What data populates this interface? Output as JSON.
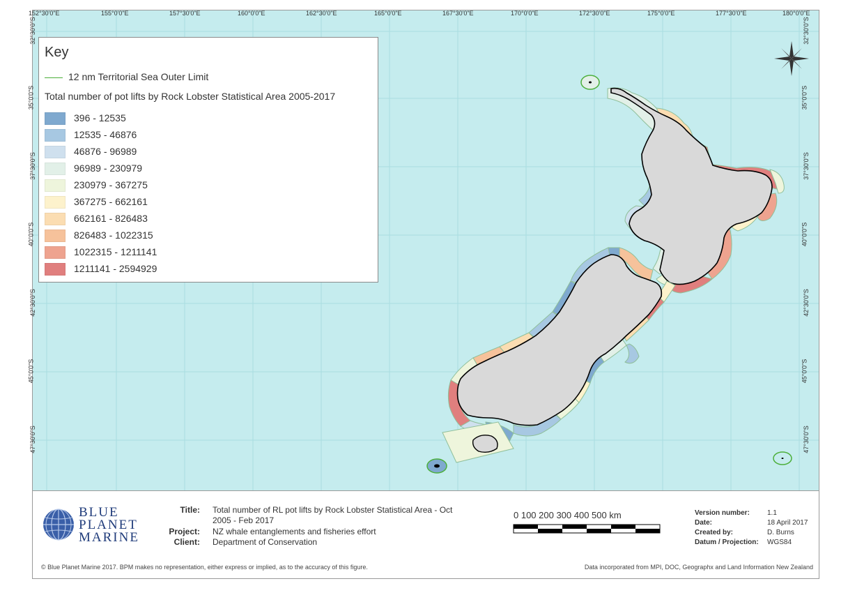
{
  "map": {
    "lon_labels": [
      "152°30'0\"E",
      "155°0'0\"E",
      "157°30'0\"E",
      "160°0'0\"E",
      "162°30'0\"E",
      "165°0'0\"E",
      "167°30'0\"E",
      "170°0'0\"E",
      "172°30'0\"E",
      "175°0'0\"E",
      "177°30'0\"E",
      "180°0'0\"E"
    ],
    "lat_labels": [
      "32°30'0\"S",
      "35°0'0\"S",
      "37°30'0\"S",
      "40°0'0\"S",
      "42°30'0\"S",
      "45°0'0\"S",
      "47°30'0\"S"
    ],
    "sea_color": "#c5ecee",
    "land_color": "#d9d9d9",
    "territorial_limit_color": "#4caf3a"
  },
  "legend": {
    "title": "Key",
    "line_label": "12 nm Territorial Sea Outer Limit",
    "classes_title": "Total number of pot lifts by Rock Lobster Statistical Area 2005-2017",
    "classes": [
      {
        "label": "396 - 12535",
        "color": "#7fa9cf"
      },
      {
        "label": "12535 - 46876",
        "color": "#a7c8e2"
      },
      {
        "label": "46876 - 96989",
        "color": "#cfe0ee"
      },
      {
        "label": "96989 - 230979",
        "color": "#e2f0e8"
      },
      {
        "label": "230979 - 367275",
        "color": "#eef5dc"
      },
      {
        "label": "367275 - 662161",
        "color": "#fdf2cc"
      },
      {
        "label": "662161 - 826483",
        "color": "#fbddb2"
      },
      {
        "label": "826483 - 1022315",
        "color": "#f6c29b"
      },
      {
        "label": "1022315 - 1211141",
        "color": "#eea38f"
      },
      {
        "label": "1211141 - 2594929",
        "color": "#e07f7e"
      }
    ]
  },
  "footer": {
    "logo_text": [
      "BLUE",
      "PLANET",
      "MARINE"
    ],
    "title_label": "Title:",
    "title_value_1": "Total number of RL pot lifts by Rock Lobster Statistical Area - Oct",
    "title_value_2": "2005 - Feb 2017",
    "project_label": "Project:",
    "project_value": "NZ whale entanglements and fisheries effort",
    "client_label": "Client:",
    "client_value": "Department of Conservation",
    "scale_numbers": "0    100   200   300   400   500 km",
    "meta": [
      {
        "key": "Version number:",
        "value": "1.1"
      },
      {
        "key": "Date:",
        "value": "18 April 2017"
      },
      {
        "key": "Created by:",
        "value": "D. Burns"
      },
      {
        "key": "Datum / Projection:",
        "value": "WGS84"
      }
    ],
    "copyright": "© Blue Planet Marine 2017. BPM makes no representation, either express or implied, as to the accuracy of this figure.",
    "data_source": "Data incorporated from MPI, DOC, Geographx and Land Information New Zealand"
  }
}
